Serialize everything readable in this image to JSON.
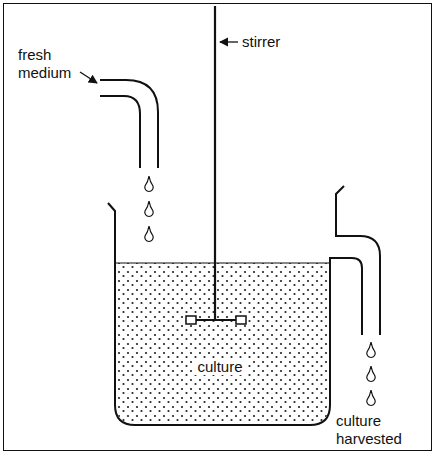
{
  "diagram": {
    "labels": [
      "fresh medium",
      "stirrer",
      "culture",
      "culture harvested"
    ]
  }
}
